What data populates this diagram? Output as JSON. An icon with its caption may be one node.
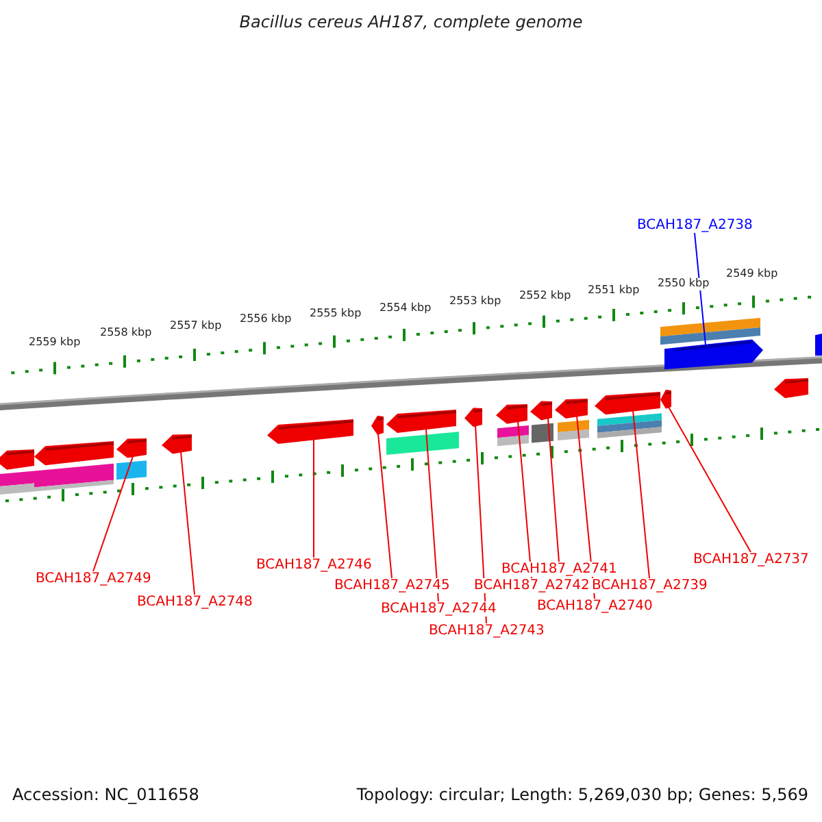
{
  "diagram": {
    "title": "Bacillus cereus AH187, complete genome",
    "nodes": [
      {
        "text": [],
        "shape": "arrow"
      },
      {
        "text": [],
        "shape": "arrow"
      },
      {
        "text": [],
        "shape": "arrow"
      },
      {
        "text": [],
        "shape": "arrow"
      },
      {
        "text": [],
        "shape": "arrow"
      },
      {
        "text": [],
        "shape": "arrow"
      },
      {
        "text": [],
        "shape": "arrow"
      },
      {
        "text": [],
        "shape": "arrow"
      },
      {
        "text": [],
        "shape": "arrow"
      },
      {
        "text": [],
        "shape": "arrow"
      },
      {
        "text": [],
        "shape": "arrow"
      },
      {
        "text": [],
        "shape": "arrow"
      },
      {
        "text": [],
        "shape": "arrow"
      },
      {
        "text": [],
        "shape": "arrow"
      },
      {
        "text": [],
        "shape": "arrow"
      },
      {
        "text": [],
        "shape": "arrow"
      },
      {
        "text": [
          "BCAH187_A2738"
        ]
      },
      {
        "text": [
          "BCAH187_A2737"
        ]
      },
      {
        "text": [
          "BCAH187_A2746"
        ]
      },
      {
        "text": [
          "BCAH187_A2741"
        ]
      },
      {
        "text": [
          "BCAH187_A2749"
        ]
      },
      {
        "text": [
          "BCAH187_A2745"
        ]
      },
      {
        "text": [
          "BCAH187_A2742"
        ]
      },
      {
        "text": [
          "BCAH187_A2739"
        ]
      },
      {
        "text": [
          "BCAH187_A2748"
        ]
      },
      {
        "text": [
          "BCAH187_A2740"
        ]
      },
      {
        "text": [
          "BCAH187_A2744"
        ]
      },
      {
        "text": [
          "BCAH187_A2743"
        ]
      }
    ],
    "edges": [
      {
        "from": 16,
        "to": 13,
        "arrow": "none",
        "color": "#0000ff"
      },
      {
        "from": 17,
        "to": 12,
        "arrow": "none"
      },
      {
        "from": 18,
        "to": 4,
        "arrow": "none"
      },
      {
        "from": 19,
        "to": 9,
        "arrow": "none"
      },
      {
        "from": 20,
        "to": 2,
        "arrow": "none"
      },
      {
        "from": 21,
        "to": 5,
        "arrow": "none"
      },
      {
        "from": 22,
        "to": 8,
        "arrow": "none"
      },
      {
        "from": 23,
        "to": 11,
        "arrow": "none"
      },
      {
        "from": 24,
        "to": 3,
        "arrow": "none"
      },
      {
        "from": 25,
        "to": 10,
        "arrow": "none"
      },
      {
        "from": 26,
        "to": 6,
        "arrow": "none"
      },
      {
        "from": 27,
        "to": 7,
        "arrow": "none"
      }
    ],
    "labels": [
      "2559 kbp",
      "2558 kbp",
      "2557 kbp",
      "2556 kbp",
      "2555 kbp",
      "2554 kbp",
      "2553 kbp",
      "2552 kbp",
      "2551 kbp",
      "2550 kbp",
      "2549 kbp",
      "Accession: NC_011658",
      "Topology: circular; Length: 5,269,030 bp; Genes: 5,569"
    ]
  }
}
